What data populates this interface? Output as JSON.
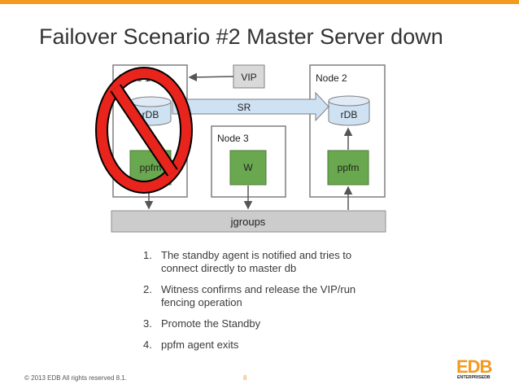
{
  "slide": {
    "title": "Failover Scenario #2 Master Server down",
    "footer": "© 2013 EDB All rights reserved 8.1.",
    "page_number": "8"
  },
  "diagram": {
    "node1": {
      "label": "Node 1",
      "db": "rDB",
      "agent": "ppfm"
    },
    "node2": {
      "label": "Node 2",
      "db": "rDB",
      "agent": "ppfm"
    },
    "node3": {
      "label": "Node 3",
      "witness": "W"
    },
    "vip": "VIP",
    "sr": "SR",
    "jgroups": "jgroups",
    "no_symbol_icon": "prohibition-sign-icon"
  },
  "steps": [
    {
      "num": "1.",
      "text": "The standby agent is notified and tries to connect directly to master db"
    },
    {
      "num": "2.",
      "text": "Witness confirms and release the VIP/run fencing operation"
    },
    {
      "num": "3.",
      "text": "Promote the Standby"
    },
    {
      "num": "4.",
      "text": "ppfm agent exits"
    }
  ],
  "logo": {
    "main": "EDB",
    "sub": "ENTERPRISEDB"
  },
  "colors": {
    "accent_orange": "#f39a1f",
    "db_blue": "#cfe2f3",
    "agent_green": "#6aa84f",
    "stop_red": "#e8241c",
    "bus_gray": "#cccccc"
  }
}
